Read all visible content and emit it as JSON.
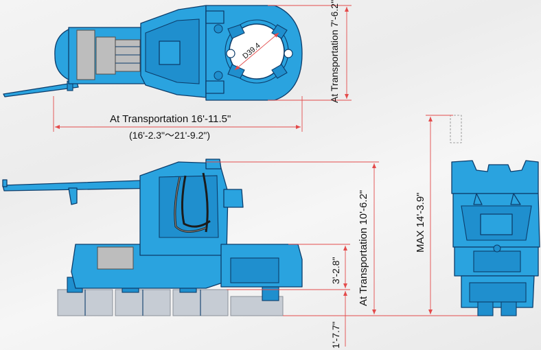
{
  "dimensions": {
    "top_width": "At Transportation 7'-6.2\"",
    "top_length": "At Transportation 16'-11.5\"",
    "top_length_range": "(16'-2.3\"〜21'-9.2\")",
    "bore_diameter": "D39.4",
    "side_height": "At Transportation 10'-6.2\"",
    "deck_height": "3'-2.8\"",
    "mat_height": "1'-7.7\"",
    "max_height": "MAX 14'-3.9\""
  },
  "colors": {
    "machine_body": "#2aa3df",
    "machine_outline": "#0c3c6a",
    "dimension_lines": "#e34b4b",
    "mats": "#c6ccd4",
    "background": "#efefef"
  }
}
